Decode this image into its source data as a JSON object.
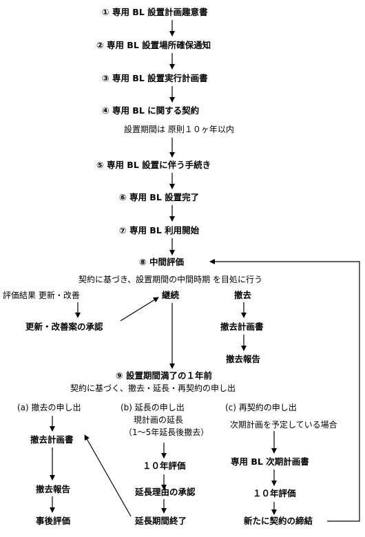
{
  "steps": [
    {
      "num": "①",
      "label": "専用 BL 設置計画趣意書"
    },
    {
      "num": "②",
      "label": "専用 BL 設置場所確保通知"
    },
    {
      "num": "③",
      "label": "専用 BL 設置実行計画書"
    },
    {
      "num": "④",
      "label": "専用 BL に関する契約"
    },
    {
      "num": "⑤",
      "label": "専用 BL 設置に伴う手続き"
    },
    {
      "num": "⑥",
      "label": "専用 BL 設置完了"
    },
    {
      "num": "⑦",
      "label": "専用 BL 利用開始"
    },
    {
      "num": "⑧",
      "label": "中間評価"
    },
    {
      "num": "⑨",
      "label": "設置期間満了の１年前"
    }
  ],
  "notes": {
    "contract_period": "設置期間は 原則１０ヶ年以内",
    "midterm": "契約に基づき、設置期間の中間時期 を目処に行う",
    "expiry": "契約に基づく、撤去・延長・再契約の申し出"
  },
  "midterm": {
    "result_label": "評価結果 更新・改善",
    "update_approval": "更新・改善案の承認",
    "continue": "継続",
    "remove": "撤去",
    "remove_plan": "撤去計画書",
    "remove_report": "撤去報告"
  },
  "branch_a": {
    "title": "(a) 撤去の申し出",
    "plan": "撤去計画書",
    "report": "撤去報告",
    "post_eval": "事後評価"
  },
  "branch_b": {
    "title": "(b) 延長の申し出",
    "note1": "現計画の延長",
    "note2": "（1～5年延長後撤去）",
    "eval10": "１０年評価",
    "approval": "延長理由の承認",
    "end": "延長期間終了"
  },
  "branch_c": {
    "title": "(c) 再契約の申し出",
    "note": "次期計画を予定している場合",
    "next_plan": "専用 BL 次期計画書",
    "eval10": "１０年評価",
    "new_contract": "新たに契約の締結"
  }
}
